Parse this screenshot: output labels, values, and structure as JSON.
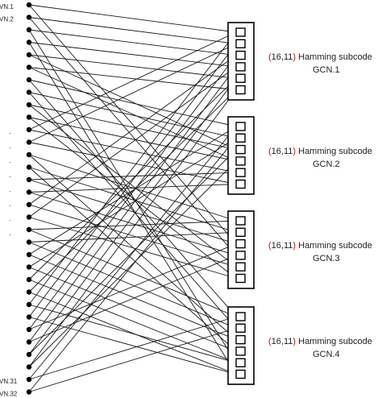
{
  "variable_nodes": {
    "count": 32,
    "labels": [
      {
        "index": 0,
        "text": "VN.1"
      },
      {
        "index": 1,
        "text": "VN.2"
      },
      {
        "index": 30,
        "text": "VN.31"
      },
      {
        "index": 31,
        "text": "VN.32"
      }
    ],
    "ellipsis_glyph": ".",
    "ellipsis_count": 8
  },
  "check_nodes": [
    {
      "paren_open": "(",
      "code": "16,11",
      "paren_close": ")",
      "suffix": " Hamming subcode",
      "name": "GCN.1"
    },
    {
      "paren_open": "(",
      "code": "16,11",
      "paren_close": ")",
      "suffix": " Hamming subcode",
      "name": "GCN.2"
    },
    {
      "paren_open": "(",
      "code": "16,11",
      "paren_close": ")",
      "suffix": " Hamming subcode",
      "name": "GCN.3"
    },
    {
      "paren_open": "(",
      "code": "16,11",
      "paren_close": ")",
      "suffix": " Hamming subcode",
      "name": "GCN.4"
    }
  ],
  "ports_per_check_node": 6,
  "edges": [
    [
      0,
      0,
      0
    ],
    [
      1,
      0,
      1
    ],
    [
      2,
      0,
      2
    ],
    [
      3,
      0,
      3
    ],
    [
      4,
      0,
      4
    ],
    [
      5,
      0,
      5
    ],
    [
      6,
      1,
      0
    ],
    [
      7,
      1,
      1
    ],
    [
      8,
      1,
      2
    ],
    [
      9,
      1,
      3
    ],
    [
      10,
      1,
      4
    ],
    [
      11,
      1,
      5
    ],
    [
      12,
      2,
      0
    ],
    [
      13,
      2,
      1
    ],
    [
      14,
      2,
      2
    ],
    [
      15,
      2,
      3
    ],
    [
      16,
      2,
      4
    ],
    [
      17,
      2,
      5
    ],
    [
      18,
      3,
      0
    ],
    [
      19,
      3,
      1
    ],
    [
      20,
      3,
      2
    ],
    [
      21,
      3,
      3
    ],
    [
      22,
      3,
      4
    ],
    [
      23,
      3,
      5
    ],
    [
      24,
      0,
      0
    ],
    [
      25,
      0,
      1
    ],
    [
      26,
      0,
      2
    ],
    [
      27,
      0,
      3
    ],
    [
      28,
      0,
      4
    ],
    [
      29,
      0,
      5
    ],
    [
      30,
      1,
      0
    ],
    [
      31,
      1,
      1
    ],
    [
      0,
      2,
      2
    ],
    [
      1,
      2,
      3
    ],
    [
      2,
      3,
      4
    ],
    [
      3,
      3,
      5
    ],
    [
      4,
      1,
      2
    ],
    [
      5,
      1,
      3
    ],
    [
      6,
      3,
      0
    ],
    [
      7,
      3,
      1
    ],
    [
      8,
      2,
      4
    ],
    [
      9,
      2,
      5
    ],
    [
      10,
      0,
      0
    ],
    [
      11,
      0,
      1
    ],
    [
      12,
      3,
      2
    ],
    [
      13,
      3,
      3
    ],
    [
      14,
      1,
      4
    ],
    [
      15,
      1,
      5
    ],
    [
      16,
      0,
      2
    ],
    [
      17,
      0,
      3
    ],
    [
      18,
      2,
      0
    ],
    [
      19,
      2,
      1
    ],
    [
      20,
      1,
      0
    ],
    [
      21,
      1,
      1
    ],
    [
      22,
      0,
      4
    ],
    [
      23,
      0,
      5
    ],
    [
      24,
      3,
      4
    ],
    [
      25,
      3,
      5
    ],
    [
      26,
      2,
      2
    ],
    [
      27,
      2,
      3
    ],
    [
      28,
      1,
      2
    ],
    [
      29,
      1,
      3
    ],
    [
      30,
      3,
      0
    ],
    [
      31,
      3,
      1
    ]
  ]
}
